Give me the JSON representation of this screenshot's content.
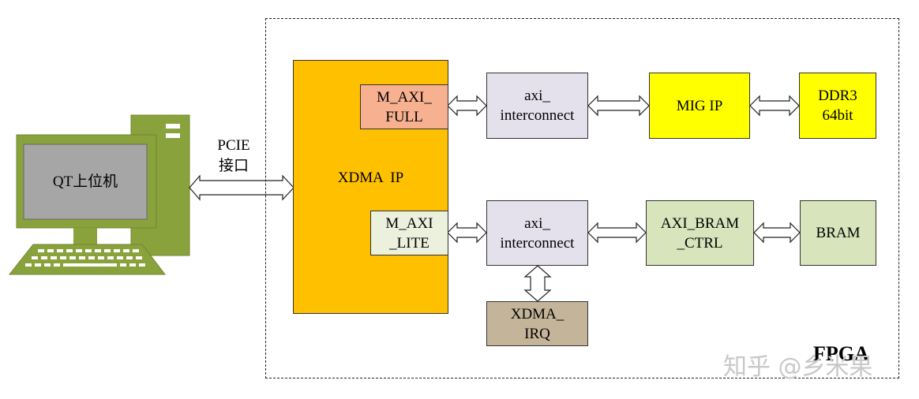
{
  "computer": {
    "screen_label": "QT上位机"
  },
  "link": {
    "line1": "PCIE",
    "line2": "接口"
  },
  "fpga": {
    "label": "FPGA"
  },
  "blocks": {
    "xdma": {
      "label": "XDMA  IP",
      "color": "#ffc000"
    },
    "m_axi_full": {
      "line1": "M_AXI_",
      "line2": "FULL",
      "color": "#f8b190"
    },
    "m_axi_lite": {
      "line1": "M_AXI",
      "line2": "_LITE",
      "color": "#ebf1dd"
    },
    "interconnect_top": {
      "line1": "axi_",
      "line2": "interconnect",
      "color": "#e4e0ec"
    },
    "interconnect_bottom": {
      "line1": "axi_",
      "line2": "interconnect",
      "color": "#e4e0ec"
    },
    "mig": {
      "label": "MIG IP",
      "color": "#ffff00"
    },
    "ddr3": {
      "line1": "DDR3",
      "line2": "64bit",
      "color": "#ffff00"
    },
    "axi_bram_ctrl": {
      "line1": "AXI_BRAM",
      "line2": "_CTRL",
      "color": "#d7e4bc"
    },
    "bram": {
      "label": "BRAM",
      "color": "#d7e4bc"
    },
    "xdma_irq": {
      "line1": "XDMA_",
      "line2": "IRQ",
      "color": "#c4b59a"
    }
  },
  "watermark": "知乎 @乡米果",
  "colors": {
    "pc_green": "#8aa23c",
    "pc_screen": "#a6a6a6",
    "outline": "#333333"
  }
}
